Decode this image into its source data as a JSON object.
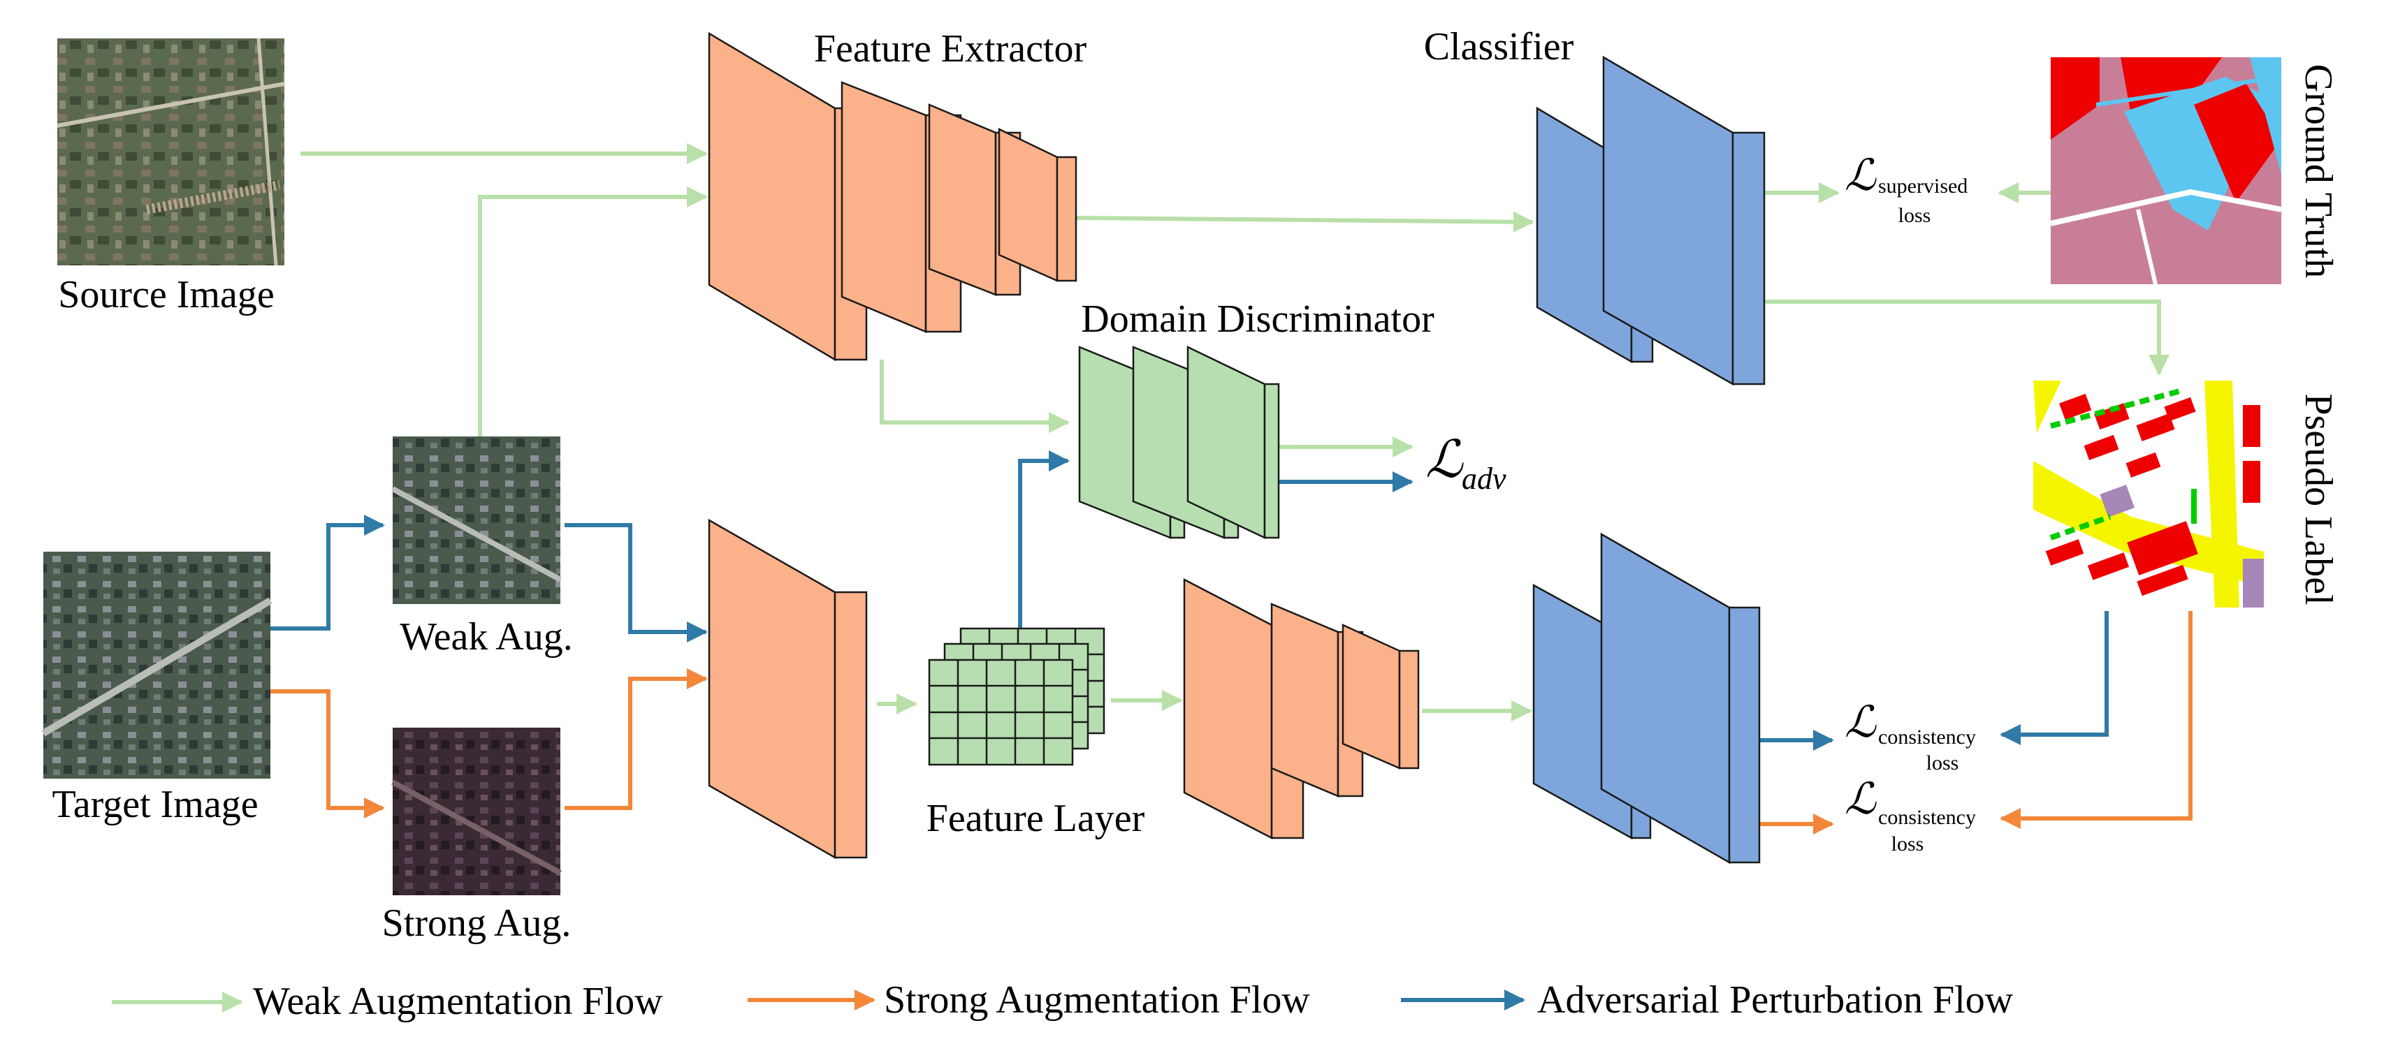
{
  "labels": {
    "source_image": "Source Image",
    "target_image": "Target Image",
    "weak_aug": "Weak Aug.",
    "strong_aug": "Strong Aug.",
    "feature_extractor": "Feature Extractor",
    "classifier": "Classifier",
    "domain_discriminator": "Domain Discriminator",
    "feature_layer": "Feature Layer",
    "ground_truth": "Ground Truth",
    "pseudo_label": "Pseudo Label"
  },
  "losses": {
    "symbol": "ℒ",
    "supervised": {
      "sub_top": "supervised",
      "sub_bottom": "loss"
    },
    "adv": {
      "sub": "adv"
    },
    "consistency_weak": {
      "sub_top": "consistency",
      "sub_bottom": "loss"
    },
    "consistency_strong": {
      "sub_top": "consistency",
      "sub_bottom": "loss"
    }
  },
  "legend": {
    "weak": "Weak Augmentation Flow",
    "strong": "Strong Augmentation Flow",
    "adversarial": "Adversarial Perturbation Flow"
  },
  "colors": {
    "weak_flow": "#b8e0a8",
    "strong_flow": "#f2873a",
    "adversarial_flow": "#2f7aa6",
    "feature_extractor": "#fbb189",
    "classifier": "#7fa6dc",
    "discriminator": "#b6deb0",
    "ground_truth_pink": "#c97e98",
    "label_red": "#ee0000",
    "label_yellow": "#f5f500",
    "label_cyan": "#5cc6f0"
  }
}
